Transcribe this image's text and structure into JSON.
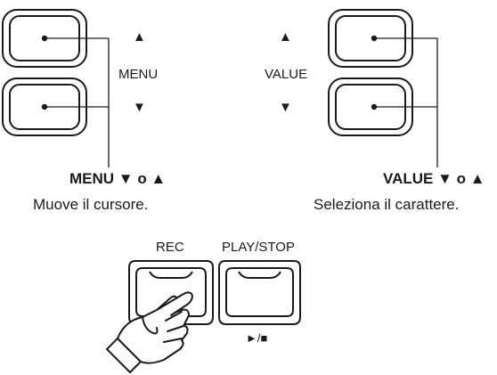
{
  "menu_group": {
    "center_label": "MENU",
    "up_arrow": "▲",
    "down_arrow": "▼",
    "caption_bold": "MENU ▼ o ▲",
    "caption_desc": "Muove il cursore."
  },
  "value_group": {
    "center_label": "VALUE",
    "up_arrow": "▲",
    "down_arrow": "▼",
    "caption_bold": "VALUE ▼ o ▲",
    "caption_desc": "Seleziona il carattere."
  },
  "transport": {
    "rec_label": "REC",
    "playstop_label": "PLAY/STOP",
    "playstop_symbol": "►/■"
  }
}
